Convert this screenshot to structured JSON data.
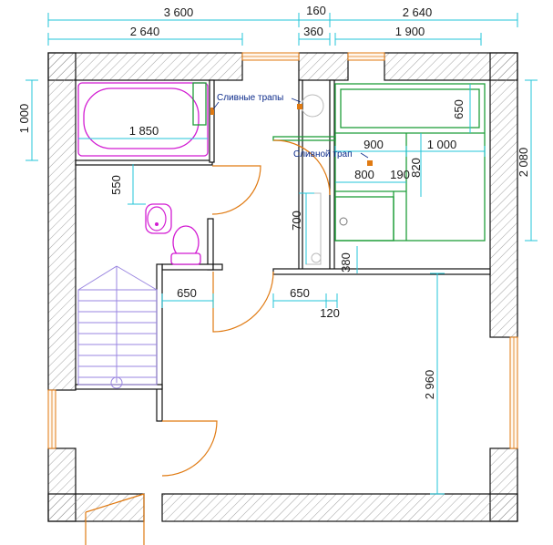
{
  "dimensions": {
    "top_overall_left": "3 600",
    "top_overall_mid": "160",
    "top_overall_right": "2 640",
    "top_left": "2 640",
    "top_mid": "360",
    "top_right": "1 900",
    "left_top": "1 000",
    "right_side": "2 080",
    "bathtub_length": "1 850",
    "wc_offset": "550",
    "shower_top": "650",
    "shower_900": "900",
    "shower_1000": "1 000",
    "shower_800": "800",
    "shower_190": "190",
    "shower_820": "820",
    "corridor_700": "700",
    "corridor_380": "380",
    "door_left_650": "650",
    "door_right_650": "650",
    "gap_120": "120",
    "room_height": "2 960"
  },
  "labels": {
    "drains": "Сливные трапы",
    "drain": "Сливной трап"
  },
  "colors": {
    "dimension_line": "#23c6d8",
    "door": "#e07a12",
    "fixture": "#d21bd2",
    "shower": "#1f9e3a",
    "stair": "#9a86e0",
    "annotation": "#0b2a8a"
  }
}
